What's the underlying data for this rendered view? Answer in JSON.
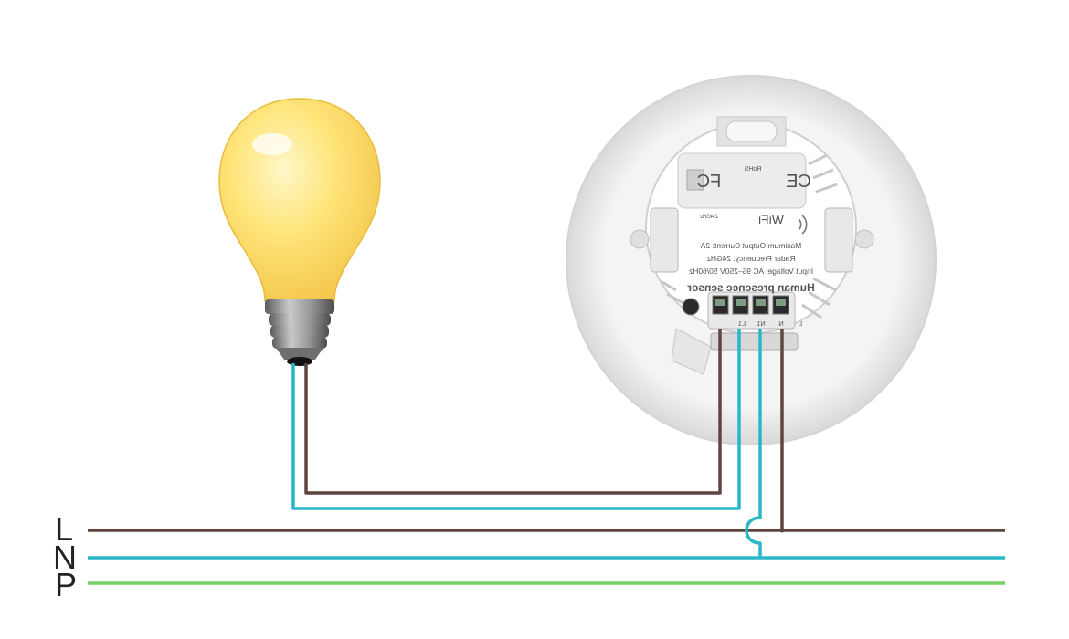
{
  "bus_lines": {
    "live": {
      "label": "L",
      "color": "#5e4540"
    },
    "neutral": {
      "label": "N",
      "color": "#2ab6c9"
    },
    "protective": {
      "label": "P",
      "color": "#78cf6a"
    }
  },
  "sensor": {
    "title": "Human presence sensor",
    "spec_voltage": "Input Voltage: AC 95–250V  50/60Hz",
    "spec_radar": "Radar Frequency: 24GHz",
    "spec_current": "Maximum Output Current: 2A",
    "wifi_label": "WiFi",
    "band_label": "2.4GHz",
    "ce_mark": "CE",
    "fc_mark": "FC",
    "rohs_mark": "RoHS",
    "terminals": [
      "L1",
      "N1",
      "N",
      "L"
    ]
  },
  "colors": {
    "bulb_glass": "#ffe57a",
    "bulb_base": "#8a8a8a",
    "housing": "#f0f0f0"
  }
}
